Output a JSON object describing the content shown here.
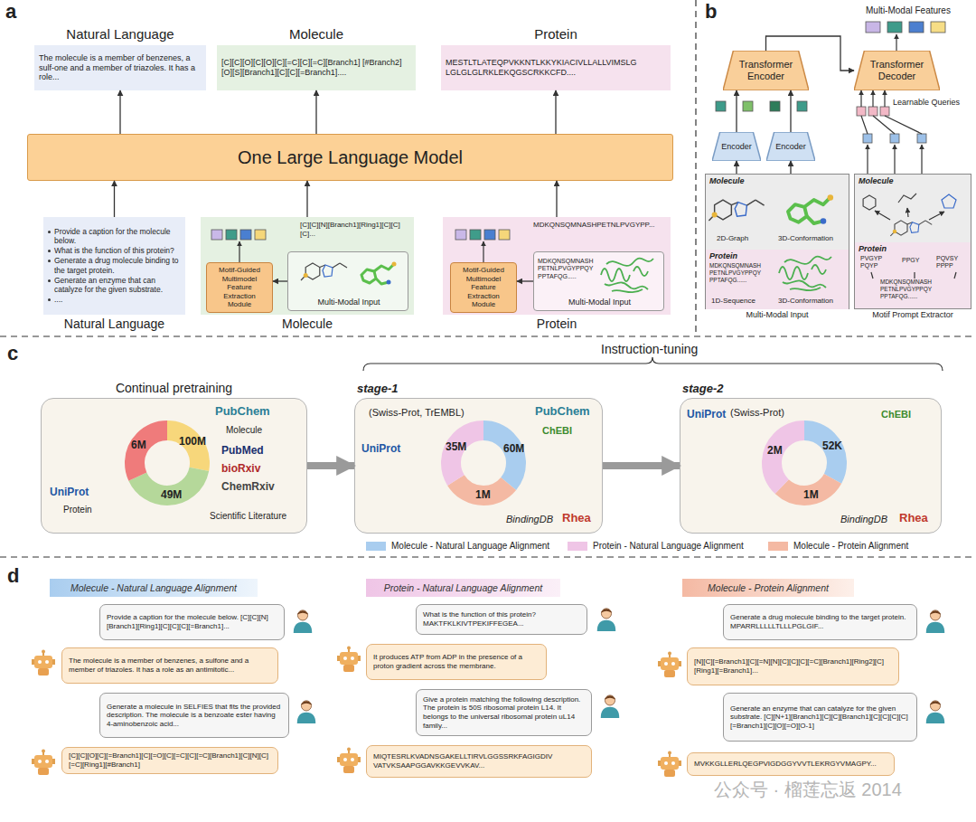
{
  "diagram": {
    "nodes": [
      {
        "text": [
          "Natural Language",
          "The molecule is a member of benzenes, a sulf-one and a member of triazoles. It has a role..."
        ]
      },
      {
        "text": [
          "Molecule",
          "[C][C][O][C][O][C][=C][C][=C][Branch1] [#Branch2][O][S][Branch1][C][C][=Branch1]...."
        ]
      },
      {
        "text": [
          "Protein",
          "MESTLTLATEQPVKKNTLKKYKIACIVLLALLVIMSLG LGLGLGLRKLEKQGSCRKKCFD...."
        ]
      },
      {
        "text": [
          "One Large Language Model"
        ]
      },
      {
        "text": [
          "Provide a caption for the molecule below.",
          "What is the function of this protein?",
          "Generate a drug molecule binding to the target protein.",
          "Generate an enzyme that can catalyze for the given substrate.",
          "....",
          "Natural Language"
        ]
      },
      {
        "text": [
          "[C][C][N][Branch1][Ring1][C][C][C]...",
          "Molecule"
        ]
      },
      {
        "text": [
          "Motif-Guided Multimodel Feature Extraction Module"
        ],
        "in": 5
      },
      {
        "text": [
          "Multi-Modal Input"
        ],
        "in": 5
      },
      {
        "text": [
          "MDKQNSQMNASHPETNLPVGYPP...",
          "Protein"
        ]
      },
      {
        "text": [
          "Motif-Guided Multimodel Feature Extraction Module"
        ],
        "in": 8
      },
      {
        "text": [
          "MDKQNSQMNASH PETNLPVGYPPQY PPTAFQG.....",
          "Multi-Modal Input"
        ],
        "in": 8
      },
      {
        "text": [
          "Transformer Encoder"
        ]
      },
      {
        "text": [
          "Transformer Decoder"
        ]
      },
      {
        "text": [
          "Encoder"
        ]
      },
      {
        "text": [
          "Encoder"
        ]
      },
      {
        "text": [
          "Molecule",
          "2D-Graph",
          "3D-Conformation",
          "Multi-Modal Input"
        ]
      },
      {
        "text": [
          "Protein",
          "MDKQNSQMNASH PETNLPVGYPPQY PPTAFQG......",
          "1D-Sequence",
          "3D-Conformation"
        ],
        "in": 15
      },
      {
        "text": [
          "Molecule",
          "Motif Prompt Extractor"
        ]
      },
      {
        "text": [
          "Protein",
          "PVGYP PQYP",
          "PPGY",
          "PQVSY PPPP",
          "MDKQNSQMNASH PETNLPVGYPPQY PPTAFQG......"
        ],
        "in": 17
      },
      {
        "text": [
          "Continual pretraining"
        ]
      },
      {
        "text": [
          "stage-1"
        ]
      },
      {
        "text": [
          "stage-2"
        ]
      },
      {
        "text": [
          "Molecule - Natural Language Alignment"
        ]
      },
      {
        "text": [
          "Provide a caption for the molecule below. [C][C][N][Branch1][Ring1][C][C][C][=Branch1]..."
        ]
      },
      {
        "text": [
          "The molecule is a member of benzenes, a sulfone and a member of triazoles. It has a role as an antimitotic..."
        ]
      },
      {
        "text": [
          "Generate a molecule in SELFIES that fits the provided description. The molecule is a benzoate ester having 4-aminobenzoic acid..."
        ]
      },
      {
        "text": [
          "[C][C][O][C][=Branch1][C][=O][C][=C][C][=C][Branch1][C][N][C][=C][Ring1][#Branch1]"
        ]
      },
      {
        "text": [
          "Protein - Natural Language Alignment"
        ]
      },
      {
        "text": [
          "What is the function of this protein? MAKTFKLKIVTPEKIFFEGEA..."
        ]
      },
      {
        "text": [
          "It produces ATP from ADP in the presence of a proton gradient across the membrane."
        ]
      },
      {
        "text": [
          "Give a protein matching the following description. The protein is 50S ribosomal protein L14. It belongs to the universal ribosomal protein uL14 family..."
        ]
      },
      {
        "text": [
          "MIQTESRLKVADNSGAKELLTIRVLGGSSRKFAGIGDIV VATVKSAAPGGAVKKGEVVKAV..."
        ]
      },
      {
        "text": [
          "Molecule - Protein Alignment"
        ]
      },
      {
        "text": [
          "Generate a drug molecule binding to the target protein. MPARRLLLLLTLLLPGLGIF..."
        ]
      },
      {
        "text": [
          "[N][C][=Branch1][C][=N][N][C][C][C][=C][Branch1][Ring2][C][Ring1][=Branch1]..."
        ]
      },
      {
        "text": [
          "Generate an enzyme that can catalyze for the given substrate. [C][N+1][Branch1][C][C][Branch1][C][C][C][C][=Branch1][C][O][=O][O-1]"
        ]
      },
      {
        "text": [
          "MVKKGLLERLQEGPVIGDGGYVVTLEKRGYVMAGPY..."
        ]
      }
    ],
    "edges": [
      {
        "from": 4,
        "to": 3,
        "arrow": "to"
      },
      {
        "from": 5,
        "to": 3,
        "arrow": "to"
      },
      {
        "from": 8,
        "to": 3,
        "arrow": "to"
      },
      {
        "from": 3,
        "to": 0,
        "arrow": "to"
      },
      {
        "from": 3,
        "to": 1,
        "arrow": "to"
      },
      {
        "from": 3,
        "to": 2,
        "arrow": "to"
      },
      {
        "from": 7,
        "to": 6,
        "arrow": "to"
      },
      {
        "from": 10,
        "to": 9,
        "arrow": "to"
      },
      {
        "from": 15,
        "to": 13,
        "arrow": "to"
      },
      {
        "from": 15,
        "to": 14,
        "arrow": "to"
      },
      {
        "from": 13,
        "to": 11,
        "arrow": "to"
      },
      {
        "from": 14,
        "to": 11,
        "arrow": "to"
      },
      {
        "from": 11,
        "to": 12,
        "arrow": "to"
      },
      {
        "from": 19,
        "to": 20,
        "arrow": "to"
      },
      {
        "from": 20,
        "to": 21,
        "arrow": "to"
      }
    ],
    "labels": [
      "a",
      "b",
      "Multi-Modal Features",
      "Learnable Queries",
      "c",
      "Instruction-tuning",
      "PubChem",
      "Molecule",
      "100M",
      "6M",
      "49M",
      "UniProt",
      "Protein",
      "PubMed",
      "bioRxiv",
      "ChemRxiv",
      "Scientific Literature",
      "(Swiss-Prot, TrEMBL)",
      "UniProt",
      "PubChem",
      "ChEBI",
      "60M",
      "35M",
      "1M",
      "BindingDB",
      "Rhea",
      "UniProt",
      "(Swiss-Prot)",
      "ChEBI",
      "52K",
      "2M",
      "1M",
      "BindingDB",
      "Rhea",
      "d",
      "公众号 · 榴莲忘返 2014"
    ],
    "legend": [
      {
        "text": "Molecule - Natural Language Alignment",
        "color": "#a9cdef"
      },
      {
        "text": "Protein - Natural Language Alignment",
        "color": "#efc5e6"
      },
      {
        "text": "Molecule - Protein Alignment",
        "color": "#f4b9a3"
      }
    ]
  }
}
